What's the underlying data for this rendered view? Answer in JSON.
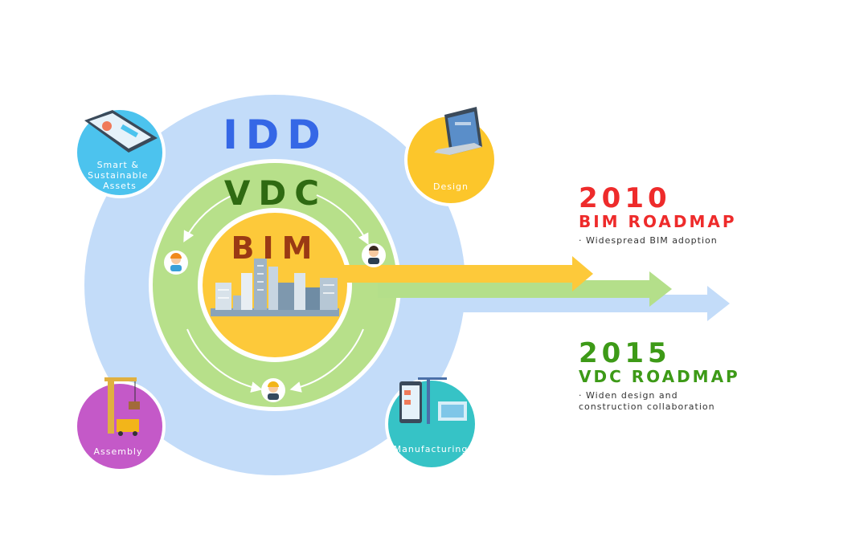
{
  "colors": {
    "idd_ring": "#c3dcf9",
    "vdc_ring": "#b7e08a",
    "bim_core": "#fdc93a",
    "idd_text": "#3567e6",
    "vdc_text": "#2f6a12",
    "bim_text": "#9a3a14",
    "red": "#ee2b2b",
    "green": "#3d9a17",
    "arrow_yellow": "#fdc93a",
    "arrow_green": "#b4df8a",
    "arrow_blue": "#c3dcf9",
    "smart_assets": "#4cc3ee",
    "design": "#fcc62b",
    "assembly": "#c459c8",
    "manufacturing": "#36c3c6"
  },
  "diagram": {
    "idd": "IDD",
    "vdc": "VDC",
    "bim": "BIM"
  },
  "satellites": {
    "smart_assets": "Smart &\nSustainable\nAssets",
    "design": "Design",
    "assembly": "Assembly",
    "manufacturing": "Manufacturing"
  },
  "roadmaps": [
    {
      "year": "2010",
      "name": "BIM ROADMAP",
      "bullet": "· Widespread BIM adoption"
    },
    {
      "year": "2015",
      "name": "VDC ROADMAP",
      "bullet": "· Widen design and\nconstruction collaboration"
    }
  ],
  "icons": {
    "smart_assets": "smartphone-icon",
    "design": "laptop-icon",
    "assembly": "crane-icon",
    "manufacturing": "tablet-crane-icon",
    "engineer": "engineer-avatar-icon",
    "businessman": "businessman-avatar-icon",
    "worker": "worker-avatar-icon",
    "city": "city-skyline-icon"
  }
}
